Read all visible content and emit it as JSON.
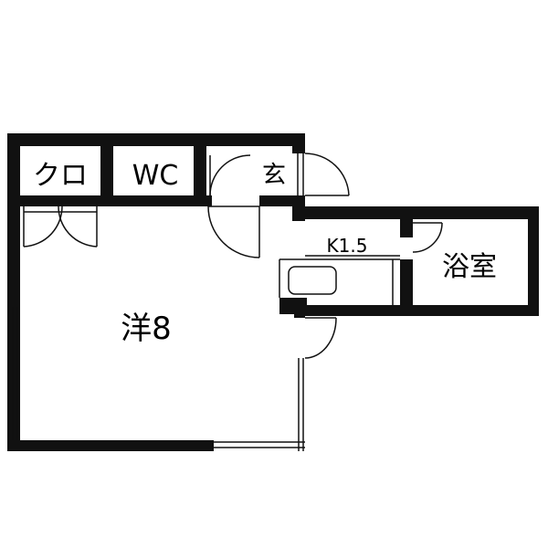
{
  "floorplan": {
    "rooms": {
      "closet": "クロ",
      "toilet": "WC",
      "entrance": "玄",
      "kitchen": "K1.5",
      "bath": "浴室",
      "western_room": "洋8"
    },
    "colors": {
      "wall": "#111111",
      "background": "#ffffff",
      "line": "#111111"
    }
  }
}
